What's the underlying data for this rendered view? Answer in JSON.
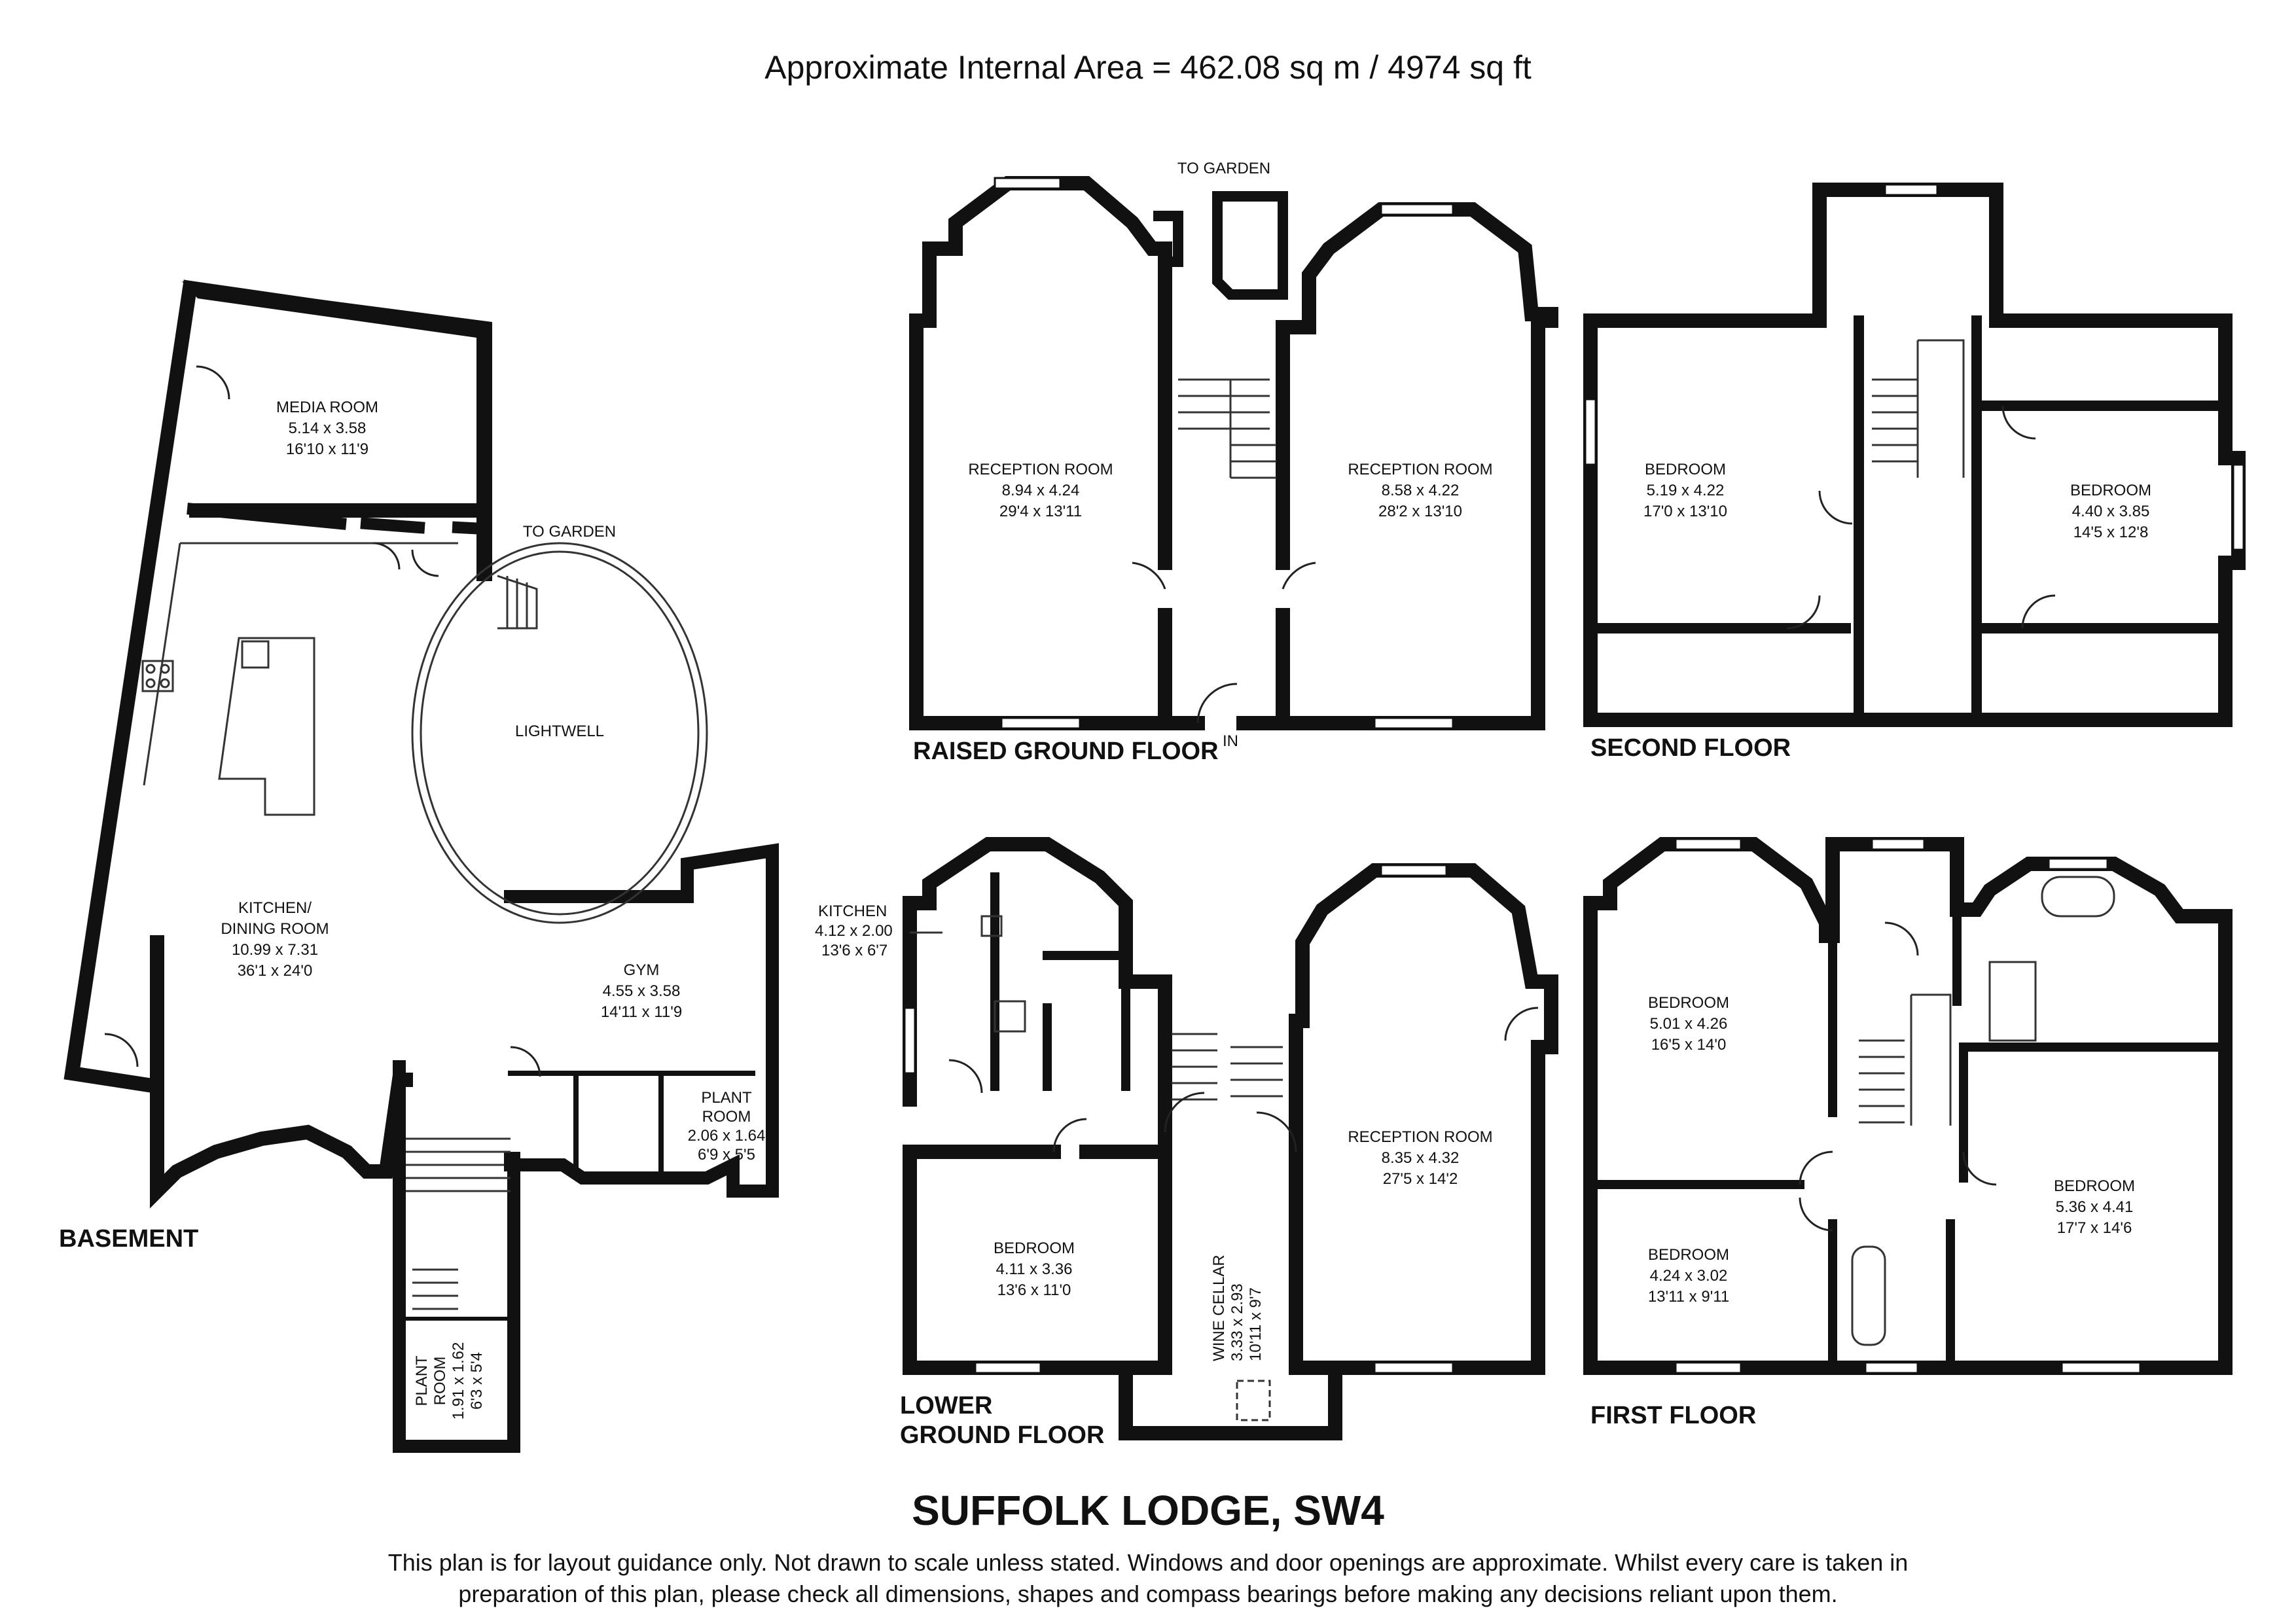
{
  "header": {
    "area": "Approximate Internal Area = 462.08 sq m / 4974 sq ft"
  },
  "footer": {
    "title": "SUFFOLK LODGE, SW4",
    "disclaimer_line1": "This plan is for layout guidance only. Not drawn to scale unless stated. Windows and door openings are approximate. Whilst every care is taken in",
    "disclaimer_line2": "preparation of this plan, please check all dimensions, shapes and compass bearings before making any decisions reliant upon them."
  },
  "floors": {
    "basement": {
      "label": "BASEMENT",
      "media_room": {
        "name": "MEDIA ROOM",
        "metric": "5.14 x 3.58",
        "imperial": "16'10 x 11'9"
      },
      "kitchen": {
        "name1": "KITCHEN/",
        "name2": "DINING ROOM",
        "metric": "10.99 x 7.31",
        "imperial": "36'1 x 24'0"
      },
      "lightwell": {
        "name": "LIGHTWELL"
      },
      "to_garden": "TO GARDEN",
      "gym": {
        "name": "GYM",
        "metric": "4.55 x 3.58",
        "imperial": "14'11 x 11'9"
      },
      "plant_room": {
        "name1": "PLANT",
        "name2": "ROOM",
        "metric": "2.06 x 1.64",
        "imperial": "6'9 x 5'5"
      },
      "plant_room_2": {
        "name1": "PLANT",
        "name2": "ROOM",
        "metric": "1.91 x 1.62",
        "imperial": "6'3 x 5'4"
      }
    },
    "raised_ground": {
      "label": "RAISED GROUND FLOOR",
      "to_garden": "TO GARDEN",
      "in_label": "IN",
      "reception_left": {
        "name": "RECEPTION ROOM",
        "metric": "8.94 x 4.24",
        "imperial": "29'4 x 13'11"
      },
      "reception_right": {
        "name": "RECEPTION ROOM",
        "metric": "8.58 x 4.22",
        "imperial": "28'2 x 13'10"
      }
    },
    "second": {
      "label": "SECOND FLOOR",
      "bedroom_left": {
        "name": "BEDROOM",
        "metric": "5.19 x 4.22",
        "imperial": "17'0 x 13'10"
      },
      "bedroom_right": {
        "name": "BEDROOM",
        "metric": "4.40 x 3.85",
        "imperial": "14'5 x 12'8"
      }
    },
    "lower_ground": {
      "label1": "LOWER",
      "label2": "GROUND FLOOR",
      "kitchen": {
        "name": "KITCHEN",
        "metric": "4.12 x 2.00",
        "imperial": "13'6 x 6'7"
      },
      "bedroom": {
        "name": "BEDROOM",
        "metric": "4.11 x 3.36",
        "imperial": "13'6 x 11'0"
      },
      "reception": {
        "name": "RECEPTION ROOM",
        "metric": "8.35 x 4.32",
        "imperial": "27'5 x 14'2"
      },
      "wine_cellar": {
        "name": "WINE CELLAR",
        "metric": "3.33 x 2.93",
        "imperial": "10'11 x 9'7"
      }
    },
    "first": {
      "label": "FIRST FLOOR",
      "bedroom_top": {
        "name": "BEDROOM",
        "metric": "5.01 x 4.26",
        "imperial": "16'5 x 14'0"
      },
      "bedroom_bottom": {
        "name": "BEDROOM",
        "metric": "4.24 x 3.02",
        "imperial": "13'11 x 9'11"
      },
      "bedroom_right": {
        "name": "BEDROOM",
        "metric": "5.36 x 4.41",
        "imperial": "17'7 x 14'6"
      }
    }
  }
}
